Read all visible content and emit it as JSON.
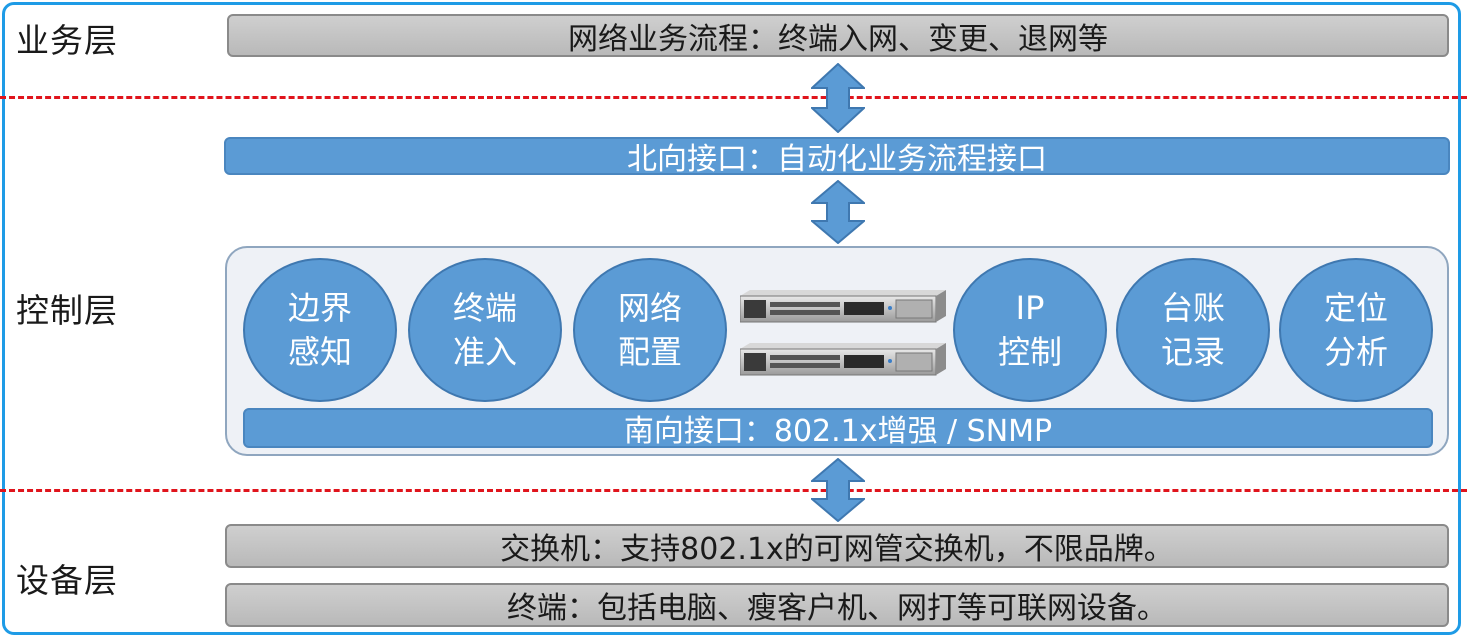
{
  "layers": {
    "business": "业务层",
    "control": "控制层",
    "device": "设备层"
  },
  "business_bar": "网络业务流程：终端入网、变更、退网等",
  "northbound_bar": "北向接口：自动化业务流程接口",
  "southbound_bar": "南向接口：802.1x增强 / SNMP",
  "modules": [
    {
      "line1": "边界",
      "line2": "感知"
    },
    {
      "line1": "终端",
      "line2": "准入"
    },
    {
      "line1": "网络",
      "line2": "配置"
    },
    {
      "line1": "IP",
      "line2": "控制"
    },
    {
      "line1": "台账",
      "line2": "记录"
    },
    {
      "line1": "定位",
      "line2": "分析"
    }
  ],
  "device_bars": {
    "switch": "交换机：支持802.1x的可网管交换机，不限品牌。",
    "terminal": "终端：包括电脑、瘦客户机、网打等可联网设备。"
  },
  "colors": {
    "frame": "#1e9be6",
    "divider": "#e0141c",
    "blue": "#5b9bd5",
    "gray": "#c4c4c4"
  },
  "icons": {
    "arrow": "double-vertical-arrow-icon",
    "server": "rack-server-icon"
  }
}
